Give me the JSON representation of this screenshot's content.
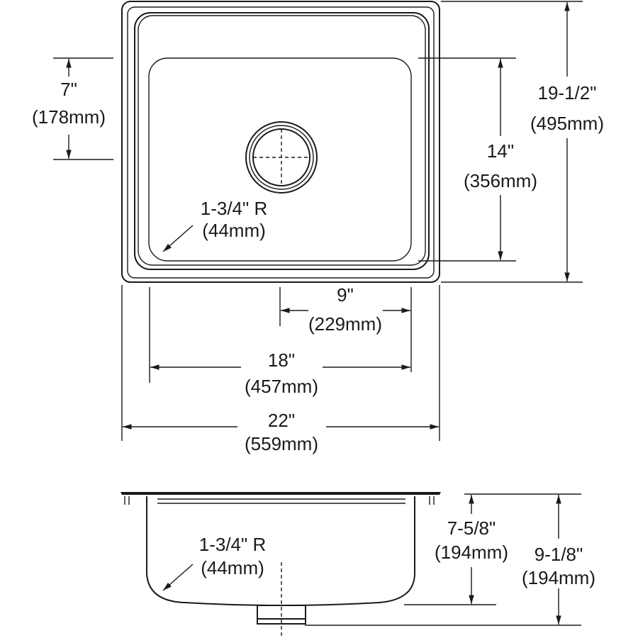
{
  "top_view": {
    "drain_offset": {
      "imperial": "7\"",
      "metric": "(178mm)"
    },
    "bowl_length": {
      "imperial": "14\"",
      "metric": "(356mm)"
    },
    "overall_length": {
      "imperial": "19-1/2\"",
      "metric": "(495mm)"
    },
    "drain_center": {
      "imperial": "9\"",
      "metric": "(229mm)"
    },
    "bowl_width": {
      "imperial": "18\"",
      "metric": "(457mm)"
    },
    "overall_width": {
      "imperial": "22\"",
      "metric": "(559mm)"
    },
    "corner_radius": {
      "imperial": "1-3/4\" R",
      "metric": "(44mm)"
    }
  },
  "side_view": {
    "corner_radius": {
      "imperial": "1-3/4\" R",
      "metric": "(44mm)"
    },
    "bowl_depth": {
      "imperial": "7-5/8\"",
      "metric": "(194mm)"
    },
    "overall_depth": {
      "imperial": "9-1/8\"",
      "metric": "(194mm)"
    }
  }
}
